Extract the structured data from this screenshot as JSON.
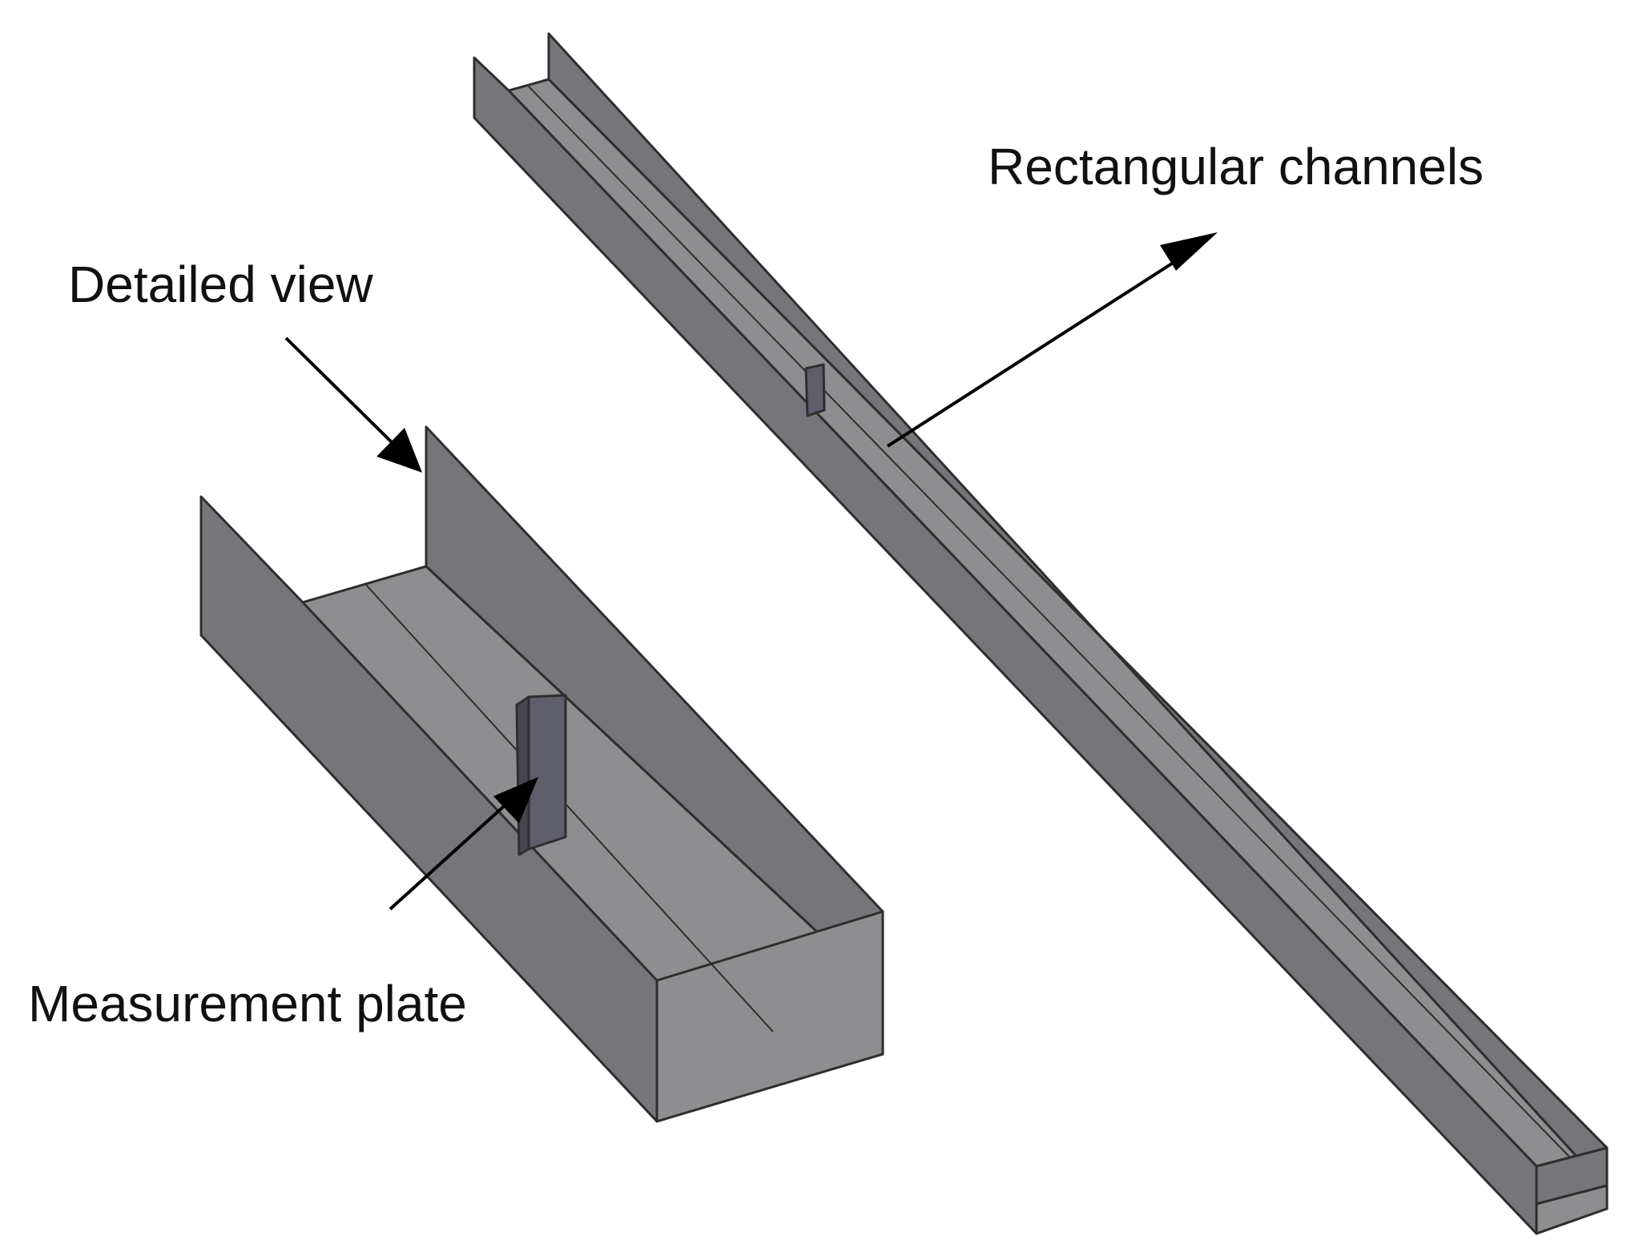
{
  "labels": {
    "rectangular_channels": "Rectangular channels",
    "detailed_view": "Detailed view",
    "measurement_plate": "Measurement plate"
  },
  "colors": {
    "wall_dark": "#76767a",
    "floor_light": "#8e8e91",
    "top_edge": "#a4a4a6",
    "plate": "#5e5e6c",
    "plate_side": "#474753",
    "outline": "#2e2e2e"
  }
}
